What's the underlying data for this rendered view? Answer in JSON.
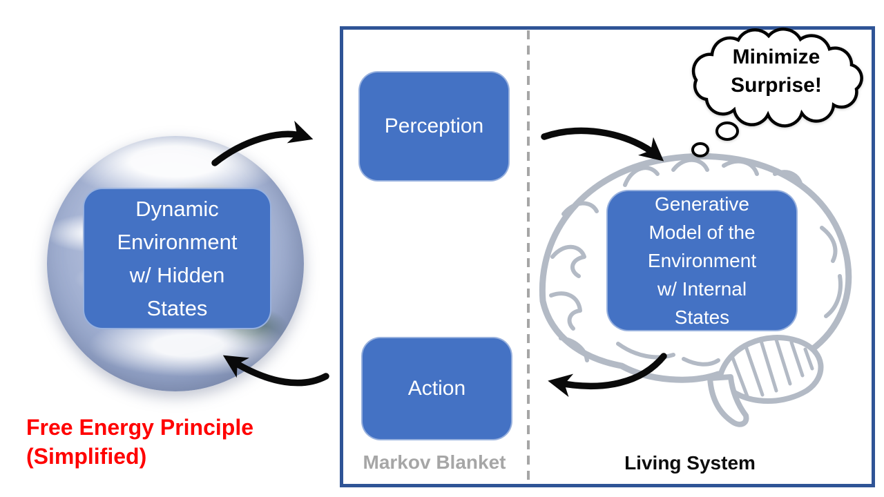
{
  "slide": {
    "title": "Free Energy Principle\n(Simplified)",
    "title_color": "#ff0000"
  },
  "environment_box": {
    "label": "Dynamic\nEnvironment\nw/ Hidden\nStates"
  },
  "markov_blanket": {
    "perception_label": "Perception",
    "action_label": "Action",
    "caption": "Markov Blanket"
  },
  "living_system": {
    "generative_model_label": "Generative\nModel of the\nEnvironment\nw/ Internal\nStates",
    "caption": "Living System",
    "thought_bubble_text": "Minimize\nSurprise!"
  },
  "colors": {
    "box_fill": "#4472c4",
    "box_text": "#ffffff",
    "frame_border": "#2f5496",
    "divider_gray": "#a6a6a6",
    "markov_caption_gray": "#a6a6a6",
    "living_caption_black": "#0d0d0d",
    "arrow_black": "#0a0a0a",
    "brain_outline_gray": "#b3bac5",
    "title_red": "#ff0000"
  }
}
